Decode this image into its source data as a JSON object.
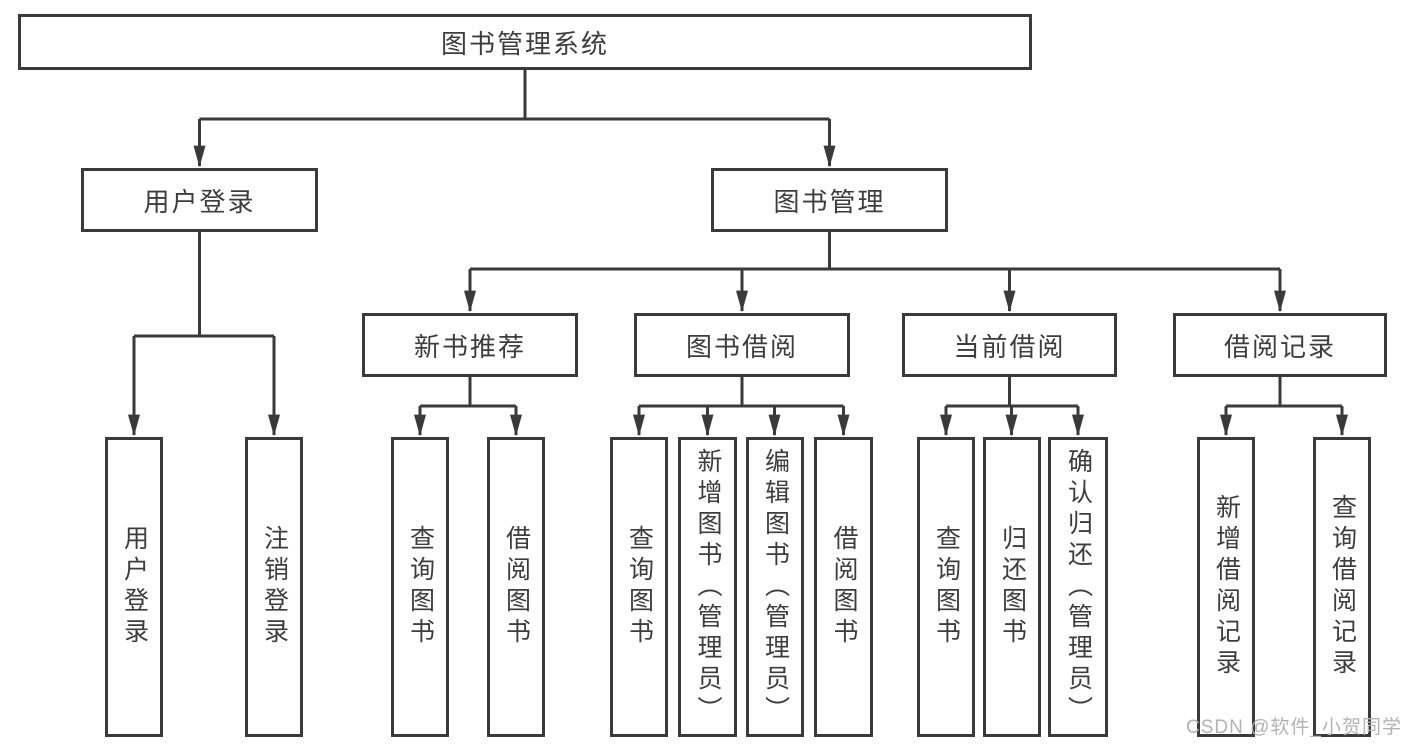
{
  "diagram": {
    "type": "hierarchy",
    "root": {
      "label": "图书管理系统"
    },
    "level2": [
      {
        "label": "用户登录",
        "children": [
          {
            "label": "用户登录"
          },
          {
            "label": "注销登录"
          }
        ]
      },
      {
        "label": "图书管理",
        "groups": [
          {
            "label": "新书推荐",
            "children": [
              {
                "label": "查询图书"
              },
              {
                "label": "借阅图书"
              }
            ]
          },
          {
            "label": "图书借阅",
            "children": [
              {
                "label": "查询图书"
              },
              {
                "label": "新增图书（管理员）"
              },
              {
                "label": "编辑图书（管理员）"
              },
              {
                "label": "借阅图书"
              }
            ]
          },
          {
            "label": "当前借阅",
            "children": [
              {
                "label": "查询图书"
              },
              {
                "label": "归还图书"
              },
              {
                "label": "确认归还（管理员）"
              }
            ]
          },
          {
            "label": "借阅记录",
            "children": [
              {
                "label": "新增借阅记录"
              },
              {
                "label": "查询借阅记录"
              }
            ]
          }
        ]
      }
    ],
    "watermark": "CSDN @软件_小贺同学",
    "colors": {
      "line": "#3a3a3a",
      "text": "#3d3d3d",
      "watermark": "#b3b3b3",
      "background": "#ffffff"
    }
  }
}
